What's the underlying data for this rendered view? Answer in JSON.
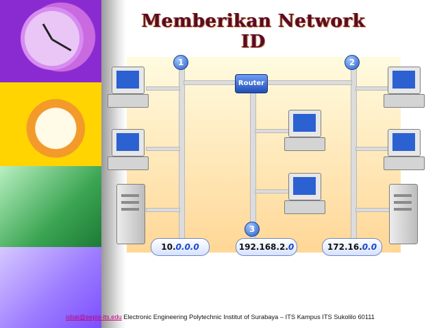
{
  "slide": {
    "title": "Memberikan Network ID",
    "router_label": "Router",
    "badges": [
      "1",
      "2",
      "3"
    ],
    "networks": [
      {
        "prefix": "10.",
        "suffix": "0.0.0"
      },
      {
        "prefix": "192.168.2.",
        "suffix": "0"
      },
      {
        "prefix": "172.16.",
        "suffix": "0.0"
      }
    ],
    "footer": {
      "email": "isbat@eepis-its.edu",
      "text": "Electronic Engineering Polytechnic Institut of Surabaya – ITS Kampus ITS Sukolilo 60111"
    }
  },
  "icons": [
    "wall-clock-icon",
    "alarm-clock-icon",
    "papers-stack-icon",
    "documents-stack-icon",
    "computer-icon",
    "server-icon",
    "router-icon"
  ]
}
